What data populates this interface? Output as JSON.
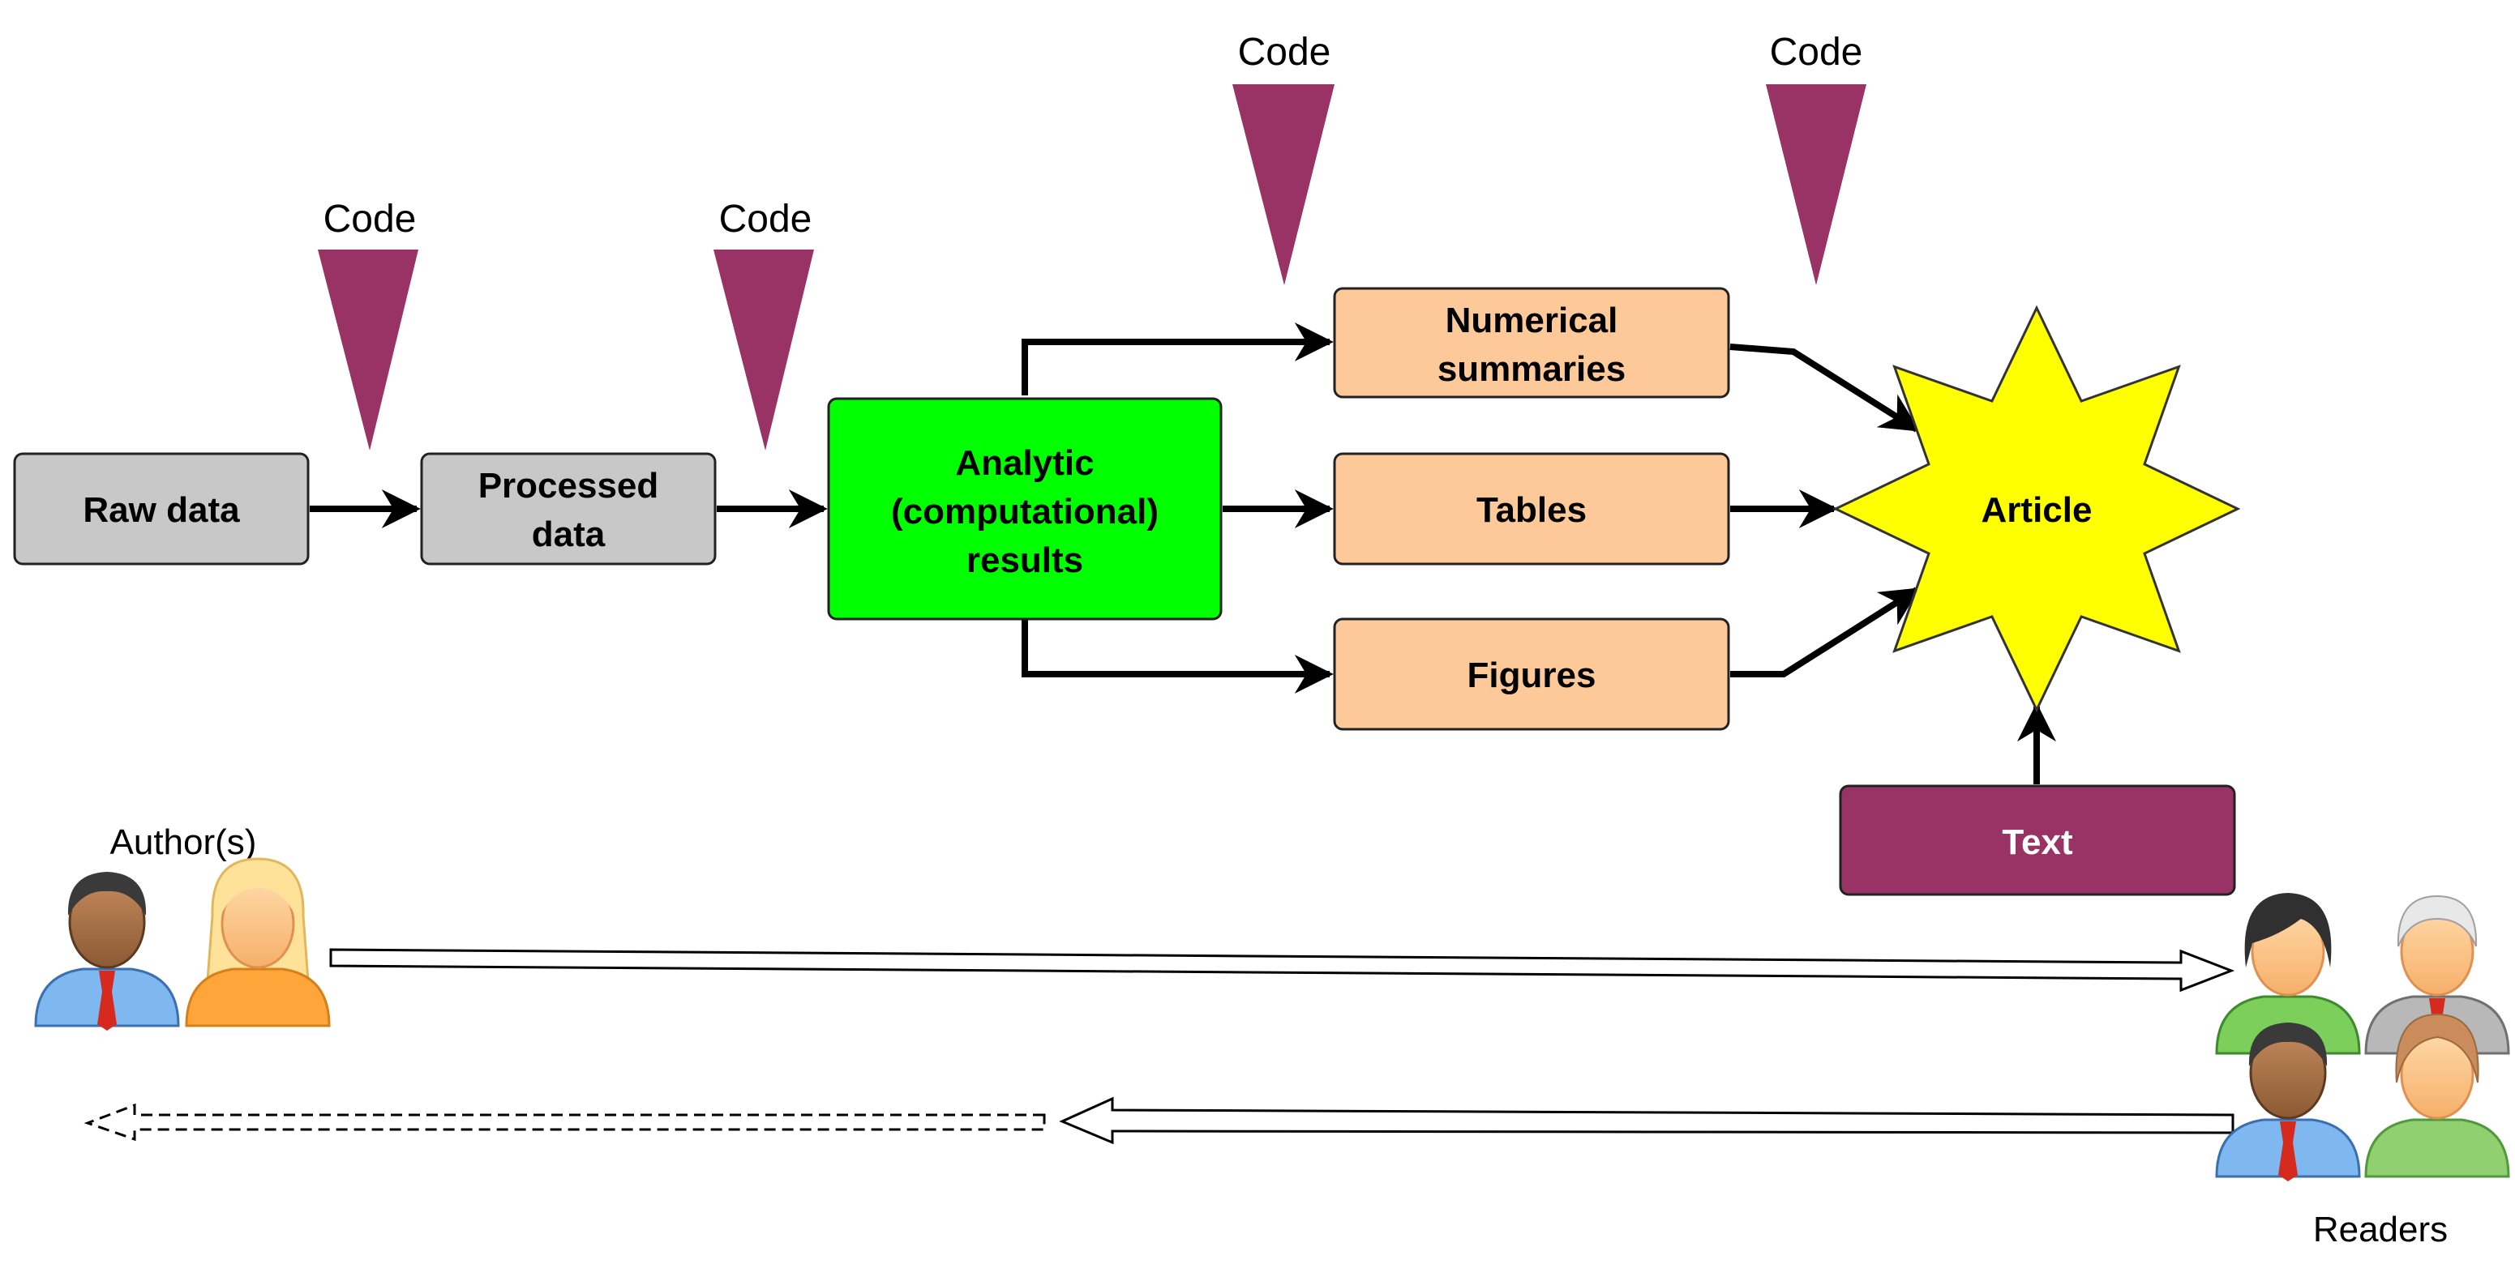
{
  "code_label": "Code",
  "boxes": {
    "raw": [
      "Raw data"
    ],
    "processed": [
      "Processed",
      "data"
    ],
    "analytic": [
      "Analytic",
      "(computational)",
      "results"
    ],
    "numerical": [
      "Numerical",
      "summaries"
    ],
    "tables": [
      "Tables"
    ],
    "figures": [
      "Figures"
    ],
    "text": [
      "Text"
    ],
    "article": [
      "Article"
    ]
  },
  "people": {
    "authors_label": "Author(s)",
    "readers_label": "Readers"
  },
  "colors": {
    "gray_box": "#c8c8c8",
    "green_box": "#00ff00",
    "orange_box": "#fdc998",
    "purple": "#993366",
    "star_yellow": "#ffff00"
  }
}
